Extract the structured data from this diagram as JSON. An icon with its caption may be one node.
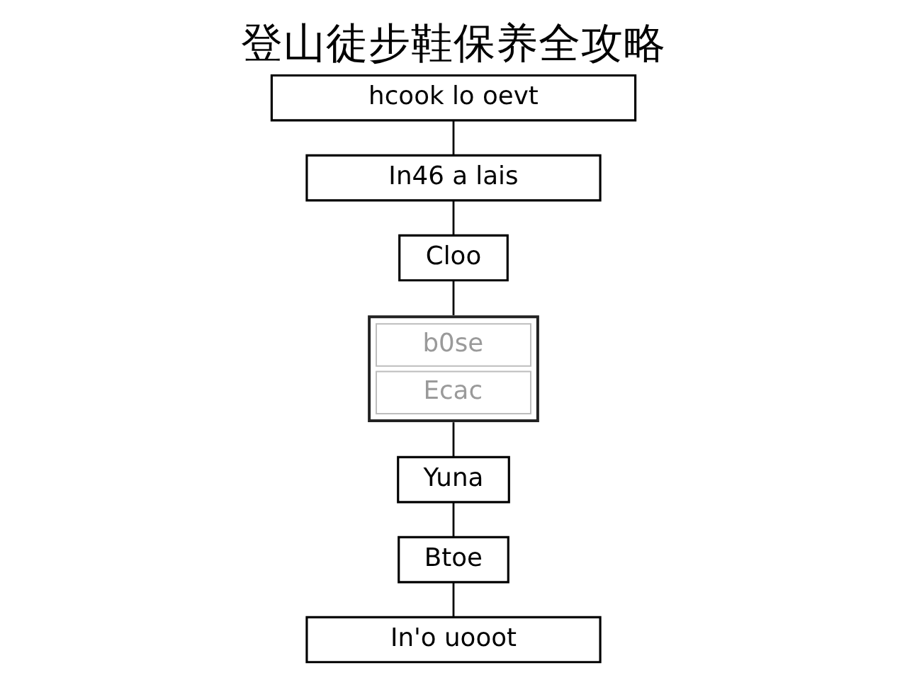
{
  "diagram": {
    "title": "登山徒步鞋保养全攻略",
    "nodes": [
      {
        "text": [
          "hcook lo oevt"
        ]
      },
      {
        "text": [
          "In46 a lais"
        ]
      },
      {
        "text": [
          "Cloo"
        ]
      },
      {
        "text": [
          "b0se",
          "Ecac"
        ]
      },
      {
        "text": [
          "Yuna"
        ]
      },
      {
        "text": [
          "Btoe"
        ]
      },
      {
        "text": [
          "In'o uooot"
        ]
      }
    ],
    "edges": [
      {
        "from": 0,
        "to": 1,
        "arrow": "none"
      },
      {
        "from": 1,
        "to": 2,
        "arrow": "none"
      },
      {
        "from": 2,
        "to": 3,
        "arrow": "none"
      },
      {
        "from": 3,
        "to": 4,
        "arrow": "none"
      },
      {
        "from": 4,
        "to": 5,
        "arrow": "none"
      },
      {
        "from": 5,
        "to": 6,
        "arrow": "none"
      }
    ]
  }
}
